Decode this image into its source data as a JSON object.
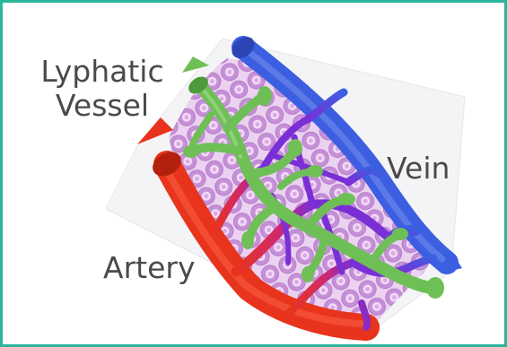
{
  "labels": {
    "lymphatic_line1": "Lyphatic",
    "lymphatic_line2": "Vessel",
    "vein": "Vein",
    "artery": "Artery"
  },
  "colors": {
    "border": "#2ab59a",
    "artery": "#e8341c",
    "vein": "#3b5fe0",
    "capillary": "#7a2fd6",
    "lymphatic": "#6fbf57",
    "tissue_cell": "#c690d8",
    "tissue_nucleus": "#f2dcf5",
    "label_text": "#4a4a4a"
  },
  "icons": {
    "lymph_arrow": "arrow-up-left-icon",
    "artery_arrow": "arrow-up-left-icon",
    "vein_arrow": "arrow-down-right-icon"
  }
}
